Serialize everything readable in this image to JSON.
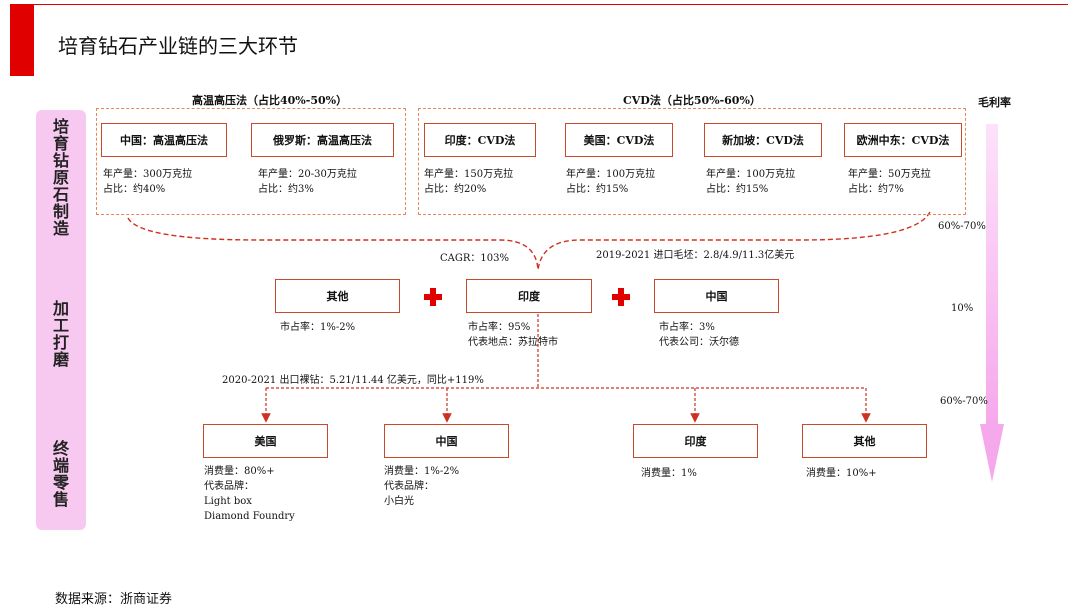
{
  "title": "培育钻石产业链的三大环节",
  "source": "数据来源：浙商证券",
  "left_bar": {
    "stage1": "培育钻原石制造",
    "stage2": "加工打磨",
    "stage3": "终端零售"
  },
  "margin": {
    "label": "毛利率",
    "top": "60%-70%",
    "middle": "10%",
    "bottom": "60%-70%"
  },
  "hpht_group": {
    "label": "高温高压法（占比40%-50%）",
    "items": [
      {
        "name": "中国：高温高压法",
        "output": "年产量：300万克拉",
        "share": "占比：约40%"
      },
      {
        "name": "俄罗斯：高温高压法",
        "output": "年产量：20-30万克拉",
        "share": "占比：约3%"
      }
    ]
  },
  "cvd_group": {
    "label": "CVD法（占比50%-60%）",
    "items": [
      {
        "name": "印度：CVD法",
        "output": "年产量：150万克拉",
        "share": "占比：约20%"
      },
      {
        "name": "美国：CVD法",
        "output": "年产量：100万克拉",
        "share": "占比：约15%"
      },
      {
        "name": "新加坡：CVD法",
        "output": "年产量：100万克拉",
        "share": "占比：约15%"
      },
      {
        "name": "欧洲中东：CVD法",
        "output": "年产量：50万克拉",
        "share": "占比：约7%"
      }
    ]
  },
  "flow": {
    "cagr": "CAGR：103%",
    "import": "2019-2021 进口毛坯：2.8/4.9/11.3亿美元",
    "export": "2020-2021 出口裸钻：5.21/11.44 亿美元，同比+119%"
  },
  "processing": [
    {
      "name": "其他",
      "line1": "市占率：1%-2%",
      "line2": ""
    },
    {
      "name": "印度",
      "line1": "市占率：95%",
      "line2": "代表地点：苏拉特市"
    },
    {
      "name": "中国",
      "line1": "市占率：3%",
      "line2": "代表公司：沃尔德"
    }
  ],
  "retail": [
    {
      "name": "美国",
      "lines": [
        "消费量：80%+",
        "代表品牌：",
        "Light box",
        "Diamond Foundry"
      ]
    },
    {
      "name": "中国",
      "lines": [
        "消费量：1%-2%",
        "代表品牌：",
        "小白光"
      ]
    },
    {
      "name": "印度",
      "lines": [
        "消费量：1%"
      ]
    },
    {
      "name": "其他",
      "lines": [
        "消费量：10%+"
      ]
    }
  ],
  "colors": {
    "accent": "#e00000",
    "box_border": "#c84a2a",
    "dashed": "#e08a5a",
    "left_bar": "#f7c8f0",
    "margin_arrow": "#f7b8ef"
  }
}
